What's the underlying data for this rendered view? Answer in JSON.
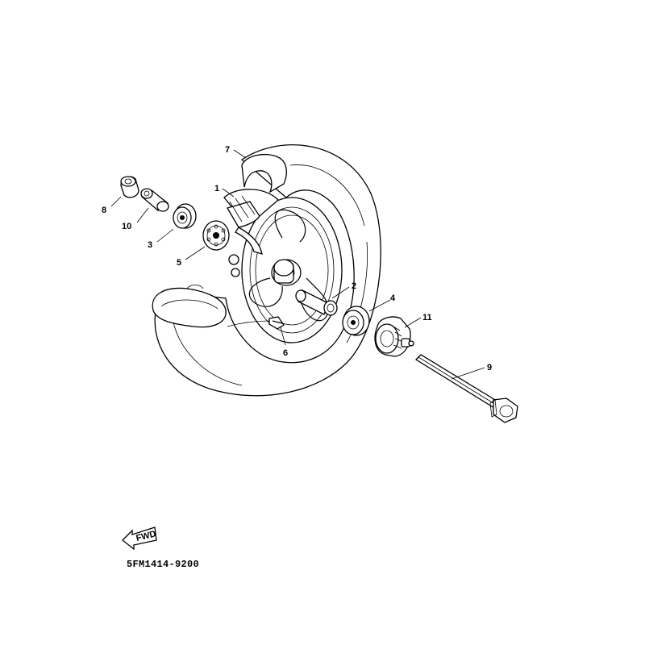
{
  "diagram_code": "5FM1414-9200",
  "fwd_label": "FWD",
  "callouts": {
    "tire": "7",
    "tube": "1",
    "wheel_axle_spacer": "2",
    "bearing_left": "3",
    "bearing_right": "4",
    "bearing_inner": "5",
    "valve": "6",
    "collar": "8",
    "wheel_axle": "9",
    "spacer": "10",
    "gear_unit": "11"
  }
}
